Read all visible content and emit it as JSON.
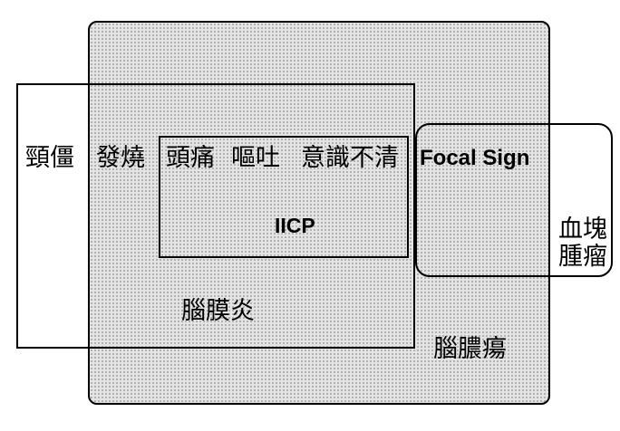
{
  "diagram": {
    "regions": {
      "abscess": "腦膿瘍",
      "meningitis": "腦膜炎",
      "iicp": "IICP",
      "focal_sign": "Focal Sign"
    },
    "symptoms": {
      "stiff_neck": "頸僵",
      "fever": "發燒",
      "headache": "頭痛",
      "vomiting": "嘔吐",
      "consciousness": "意識不清"
    },
    "other_conditions": {
      "hematoma": "血塊",
      "tumor": "腫瘤"
    }
  }
}
